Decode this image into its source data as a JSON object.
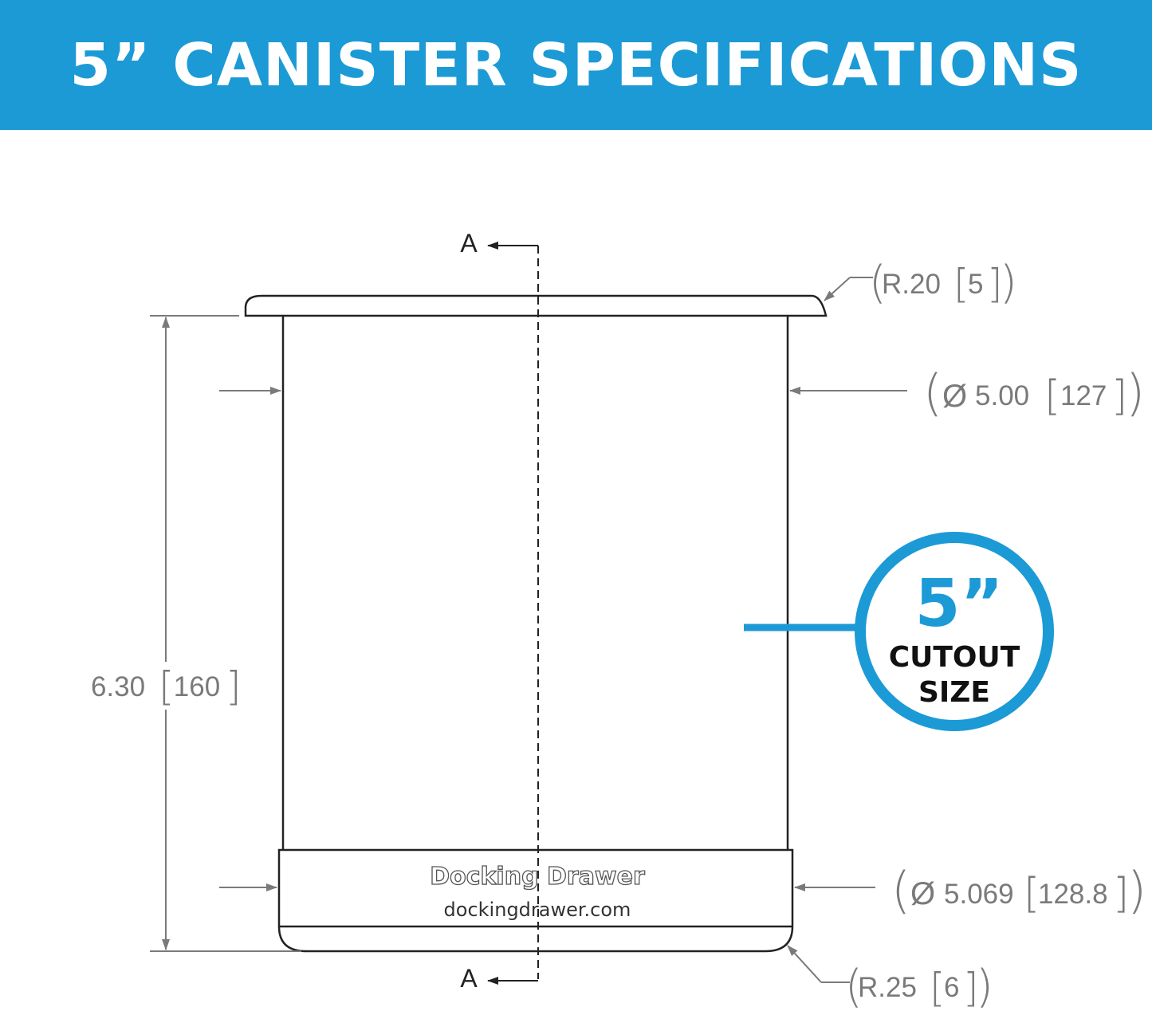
{
  "title": "5” CANISTER SPECIFICATIONS",
  "section_marks": {
    "top": "A",
    "bottom": "A"
  },
  "dimensions": {
    "height": {
      "in": "6.30",
      "mm": "160"
    },
    "diameter": {
      "symbol": "Ø",
      "in": "5.00",
      "mm": "127"
    },
    "lip_diameter": {
      "symbol": "Ø",
      "in": "5.069",
      "mm": "128.8"
    },
    "top_radius": {
      "in": "R.20",
      "mm": "5"
    },
    "bottom_radius": {
      "in": "R.25",
      "mm": "6"
    }
  },
  "brand": {
    "name": "Docking Drawer",
    "url": "dockingdrawer.com"
  },
  "badge": {
    "size": "5”",
    "line1": "CUTOUT",
    "line2": "SIZE",
    "color": "#1b9ad6"
  },
  "colors": {
    "banner": "#1b9ad6",
    "line": "#222222",
    "dimension": "#7a7a7a"
  }
}
